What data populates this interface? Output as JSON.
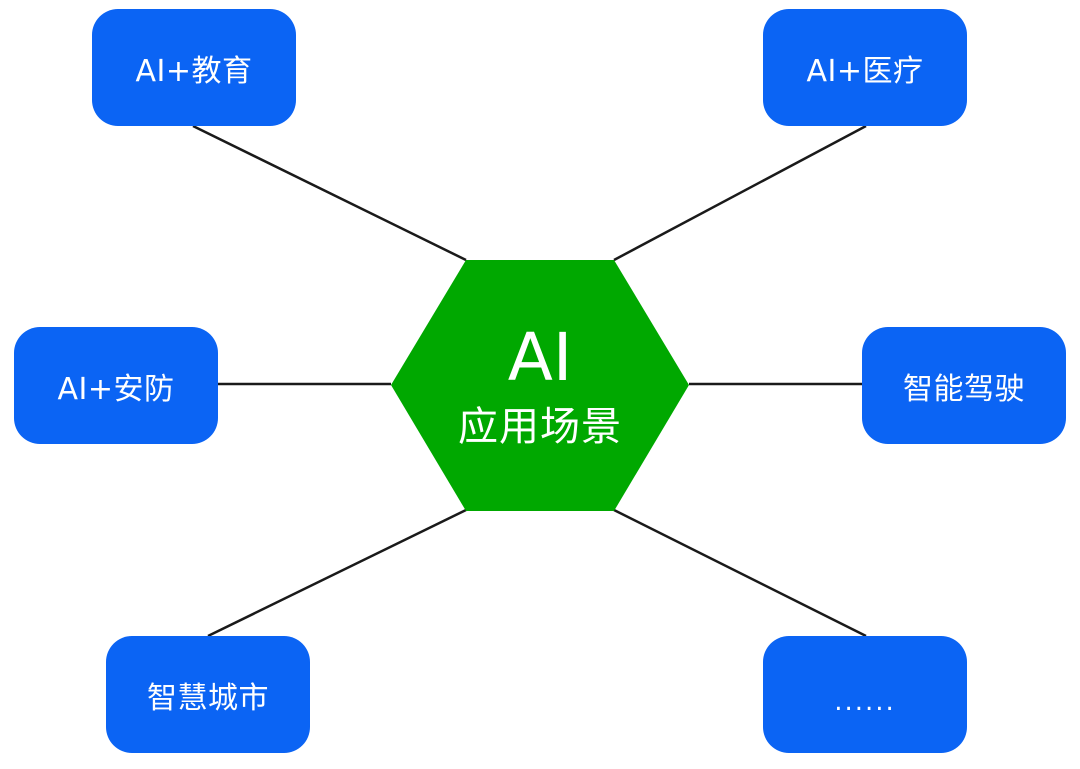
{
  "diagram": {
    "center": {
      "title": "AI",
      "subtitle": "应用场景",
      "color": "#00a800"
    },
    "nodes": [
      {
        "id": "edu",
        "label": "AI+教育"
      },
      {
        "id": "medical",
        "label": "AI+医疗"
      },
      {
        "id": "security",
        "label": "AI+安防"
      },
      {
        "id": "driving",
        "label": "智能驾驶"
      },
      {
        "id": "city",
        "label": "智慧城市"
      },
      {
        "id": "more",
        "label": "......"
      }
    ],
    "node_color": "#0b64f4",
    "connector_color": "#1a1a1a"
  }
}
